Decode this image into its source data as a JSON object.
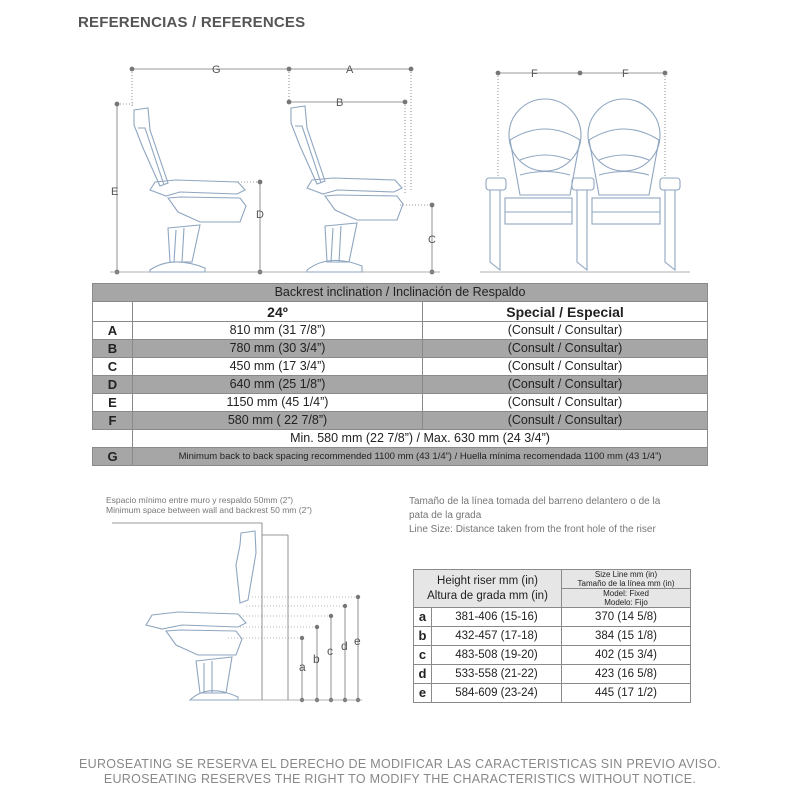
{
  "heading": "REFERENCIAS / REFERENCES",
  "dims": {
    "g": "G",
    "a": "A",
    "b": "B",
    "f1": "F",
    "f2": "F",
    "e": "E",
    "d": "D",
    "c": "C"
  },
  "table": {
    "title": "Backrest inclination / Inclinación de Respaldo",
    "col1": "24º",
    "col2": "Special / Especial",
    "rows": [
      {
        "key": "A",
        "v1": "810 mm (31 7/8”)",
        "v2": "(Consult / Consultar)"
      },
      {
        "key": "B",
        "v1": "780 mm (30 3/4”)",
        "v2": "(Consult / Consultar)"
      },
      {
        "key": "C",
        "v1": "450 mm (17 3/4”)",
        "v2": "(Consult / Consultar)"
      },
      {
        "key": "D",
        "v1": "640 mm (25 1/8”)",
        "v2": "(Consult / Consultar)"
      },
      {
        "key": "E",
        "v1": "1150 mm (45 1/4”)",
        "v2": "(Consult / Consultar)"
      },
      {
        "key": "F",
        "v1": "580 mm   ( 22 7/8”)",
        "v2": "(Consult / Consultar)"
      }
    ],
    "f_extra": "Min. 580 mm (22 7/8”)  /  Max. 630 mm (24 3/4”)",
    "g_key": "G",
    "g_text": "Minimum back to back spacing recommended 1100 mm (43 1/4”)  /  Huella mínima recomendada 1100 mm (43 1/4”)"
  },
  "wall_note": {
    "es": "Espacio mínimo entre muro y respaldo 50mm (2”)",
    "en": "Minimum space between wall and backrest 50 mm (2”)"
  },
  "line_note": {
    "es": "Tamaño de la línea tomada del barreno delantero o de la",
    "es2": "pata de la grada",
    "en": "Line Size: Distance taken from the front hole of the riser"
  },
  "riser_labels": {
    "a": "a",
    "b": "b",
    "c": "c",
    "d": "d",
    "e": "e"
  },
  "riser": {
    "h1": "Height riser mm (in)",
    "h2": "Altura de grada mm (in)",
    "s1": "Size Line mm (in)",
    "s2": "Tamaño de la línea mm (in)",
    "m1": "Model: Fixed",
    "m2": "Modelo: Fijo",
    "rows": [
      {
        "key": "a",
        "h": "381-406 (15-16)",
        "s": "370 (14 5/8)"
      },
      {
        "key": "b",
        "h": "432-457 (17-18)",
        "s": "384 (15 1/8)"
      },
      {
        "key": "c",
        "h": "483-508 (19-20)",
        "s": "402 (15 3/4)"
      },
      {
        "key": "d",
        "h": "533-558 (21-22)",
        "s": "423 (16 5/8)"
      },
      {
        "key": "e",
        "h": "584-609 (23-24)",
        "s": "445 (17 1/2)"
      }
    ]
  },
  "footer": {
    "es": "EUROSEATING SE RESERVA EL DERECHO DE MODIFICAR LAS CARACTERISTICAS SIN PREVIO AVISO.",
    "en": "EUROSEATING RESERVES THE RIGHT TO MODIFY THE CHARACTERISTICS WITHOUT NOTICE."
  },
  "colors": {
    "line": "#8fa6c0",
    "dim": "#777777",
    "table_dark": "#a6a6a6"
  }
}
